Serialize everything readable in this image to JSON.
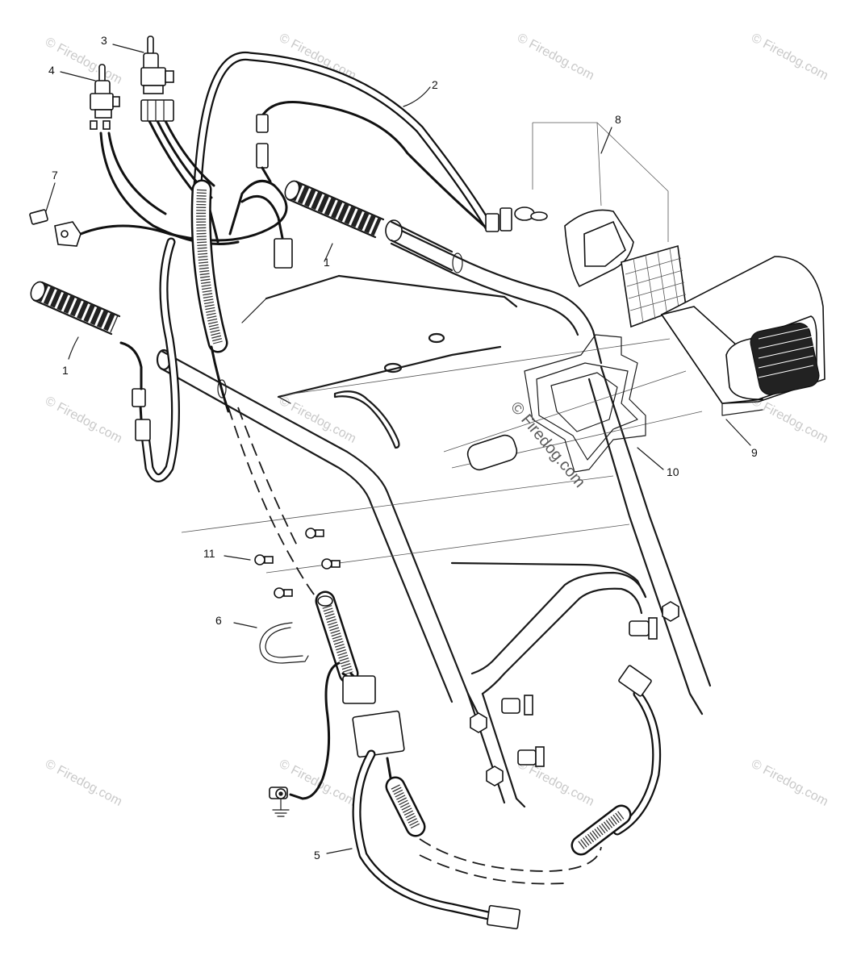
{
  "callouts": {
    "c1a": "1",
    "c1b": "1",
    "c2": "2",
    "c3": "3",
    "c4": "4",
    "c5": "5",
    "c6": "6",
    "c7": "7",
    "c8": "8",
    "c9": "9",
    "c10": "10",
    "c11": "11"
  },
  "watermark": {
    "center": "© Firedog.com",
    "tile": "© Firedog.com"
  },
  "colors": {
    "line": "#1a1a1a",
    "background": "#ffffff",
    "watermark": "#c9c9c9"
  },
  "icons": [
    "ground-symbol-icon"
  ]
}
